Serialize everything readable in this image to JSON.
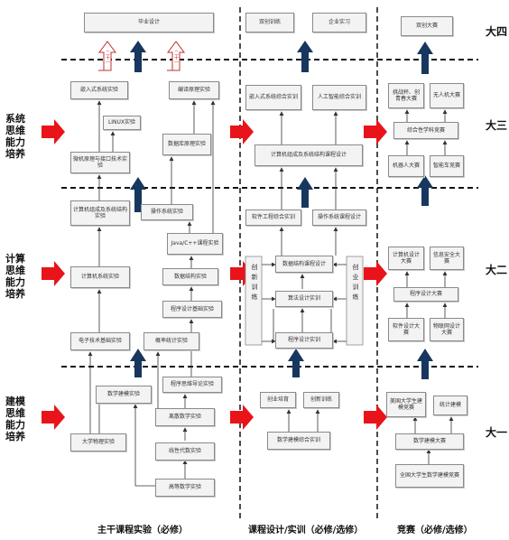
{
  "years": {
    "y4": "大四",
    "y3": "大三",
    "y2": "大二",
    "y1": "大一"
  },
  "abilities": {
    "system": [
      "系统",
      "思维",
      "能力",
      "培养"
    ],
    "compute": [
      "计算",
      "思维",
      "能力",
      "培养"
    ],
    "model": [
      "建模",
      "思维",
      "能力",
      "培养"
    ]
  },
  "columns": {
    "main": "主干课程实验（必修）",
    "project": "课程设计/实训（必修/选修）",
    "contest": "竞赛（必修/选修）"
  },
  "main": {
    "grad": "毕业设计",
    "embedded": "嵌入式系统实验",
    "compiler": "编译原理实验",
    "linux": "LINUX实验",
    "interface": "微机原理与接口技术实验",
    "database": "数据库原理实验",
    "organization": "计算机组成及系统结构实验",
    "os": "操作系统实验",
    "java": "Java/C++课程实验",
    "sysbasics": "计算机系统实验",
    "datastruct": "数据结构实验",
    "progbasics": "程序设计基础实验",
    "electronics": "电子技术基础实验",
    "probability": "概率统计实验",
    "intro": "程序思维导论实验",
    "mathexp": "数学建模实验",
    "discrete": "离散数学实验",
    "physics": "大学物理实验",
    "linalg": "线性代数实验",
    "calculus": "高等数学实验"
  },
  "project": {
    "innovation_train": "双创训练",
    "internship": "企业实习",
    "embedded_comp": "嵌入式系统综合实训",
    "ai_comp": "人工智能综合实训",
    "org_design": "计算机组成及系统结构课程设计",
    "se_comp": "软件工程综合实训",
    "os_design": "操作系统课程设计",
    "ds_design": "数据结构课程设计",
    "algo_train": "算法设计实训",
    "prog_train": "程序设计实训",
    "innovation_training": "创新训练",
    "entrepreneur_training": "创业训练",
    "entrepreneur_edu": "创业培育",
    "innovation_train2": "创新训练",
    "math_comp": "数学建模综合实训",
    "left_label": "创新训练",
    "right_label": "创业训练"
  },
  "contest": {
    "dual": "双创大赛",
    "challenge": "挑战杯、创青春大赛",
    "drone": "无人机大赛",
    "science": "综合性学科竞赛",
    "robot": "机器人大赛",
    "smartcar": "智能车竞赛",
    "design": "计算机设计大赛",
    "security": "信息安全大赛",
    "programming": "程序设计大赛",
    "software": "软件设计大赛",
    "iot": "物联网设计大赛",
    "us_math": "美国大学生建模竞赛",
    "stats": "统计建模",
    "math_model": "数学建模大赛",
    "national_math": "全国大学生数学建模竞赛"
  },
  "red_arrow_label": "二十一"
}
